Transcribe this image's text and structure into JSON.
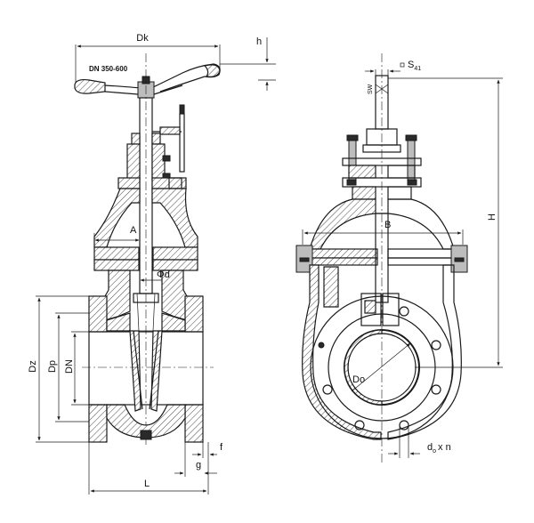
{
  "labels": {
    "dk": "Dk",
    "h_small": "h",
    "dn_range": "DN 350-600",
    "s_main": "S",
    "s_sub": "41",
    "a": "A",
    "phi_d": "Φd",
    "b": "B",
    "h_big": "H",
    "dz": "Dz",
    "dn": "DN",
    "dp": "Dp",
    "do": "Do",
    "f": "f",
    "g": "g",
    "l": "L",
    "d0": "d",
    "d0_sub": "o",
    "xn": "x n",
    "stem_mark": "SW"
  }
}
